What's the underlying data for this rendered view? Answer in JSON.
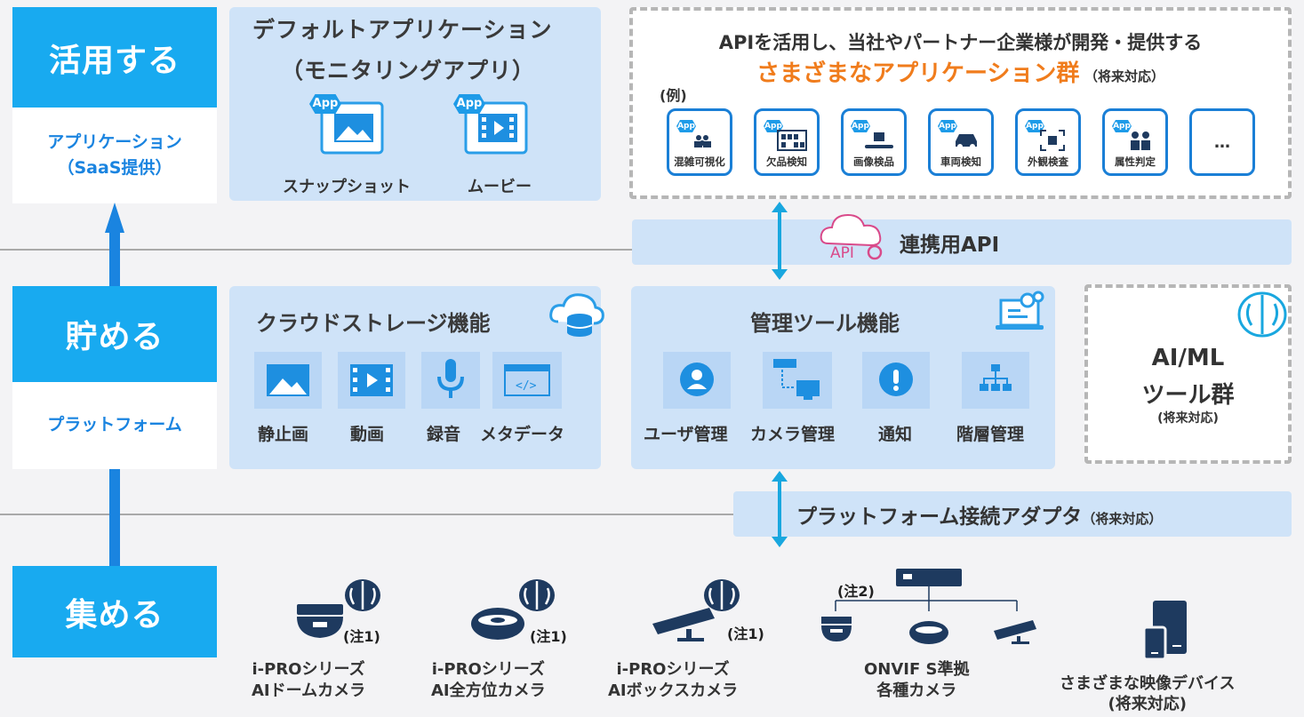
{
  "left": {
    "use_title": "活用する",
    "use_sub1": "アプリケーション",
    "use_sub2": "（SaaS提供）",
    "store_title": "貯める",
    "store_sub": "プラットフォーム",
    "collect_title": "集める"
  },
  "default_app": {
    "title1": "デフォルトアプリケーション",
    "title2": "（モニタリングアプリ）",
    "snapshot": "スナップショット",
    "movie": "ムービー",
    "badge": "App"
  },
  "partner": {
    "line1": "APIを活用し、当社やパートナー企業様が開発・提供する",
    "line2": "さまざまなアプリケーション群",
    "line2_note": "（将来対応）",
    "example": "(例)",
    "apps": [
      "混雑可視化",
      "欠品検知",
      "画像検品",
      "車両検知",
      "外観検査",
      "属性判定"
    ],
    "more": "…"
  },
  "api": {
    "label": "連携用API",
    "icon_text": "API"
  },
  "cloud_storage": {
    "title": "クラウドストレージ機能",
    "items": [
      "静止画",
      "動画",
      "録音",
      "メタデータ"
    ]
  },
  "mgmt": {
    "title": "管理ツール機能",
    "items": [
      "ユーザ管理",
      "カメラ管理",
      "通知",
      "階層管理"
    ]
  },
  "aiml": {
    "line1": "AI/ML",
    "line2": "ツール群",
    "note": "(将来対応)"
  },
  "adapter": {
    "label": "プラットフォーム接続アダプタ",
    "note": "（将来対応）"
  },
  "devices": {
    "note1": "(注1)",
    "note2": "(注2)",
    "cam1_l1": "i-PROシリーズ",
    "cam1_l2": "AIドームカメラ",
    "cam2_l1": "i-PROシリーズ",
    "cam2_l2": "AI全方位カメラ",
    "cam3_l1": "i-PROシリーズ",
    "cam3_l2": "AIボックスカメラ",
    "onvif_l1": "ONVIF S準拠",
    "onvif_l2": "各種カメラ",
    "other_l1": "さまざまな映像デバイス",
    "other_l2": "(将来対応)"
  },
  "colors": {
    "accent_blue": "#18aaf0",
    "orange": "#f07c1c",
    "panel": "#cfe3f8",
    "dark_icon": "#1e3a5f"
  }
}
